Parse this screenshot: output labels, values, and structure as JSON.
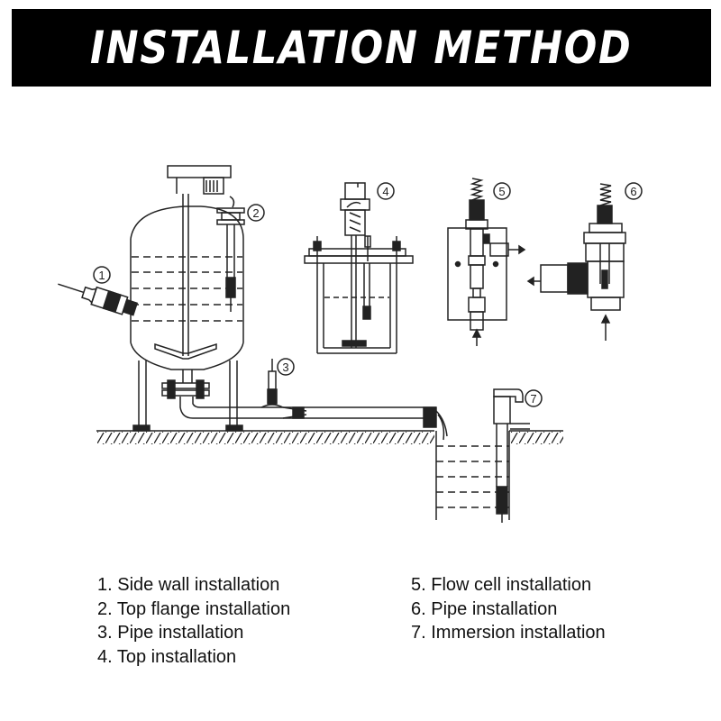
{
  "header": {
    "title": "INSTALLATION METHOD"
  },
  "markers": [
    "1",
    "2",
    "3",
    "4",
    "5",
    "6",
    "7"
  ],
  "legend": {
    "left": [
      "1. Side wall installation",
      "2. Top flange installation",
      "3. Pipe installation",
      "4. Top installation"
    ],
    "right": [
      "5. Flow cell installation",
      "6. Pipe installation",
      "7. Immersion installation"
    ]
  },
  "colors": {
    "banner": "#000000",
    "banner_text": "#ffffff",
    "line": "#222222"
  }
}
